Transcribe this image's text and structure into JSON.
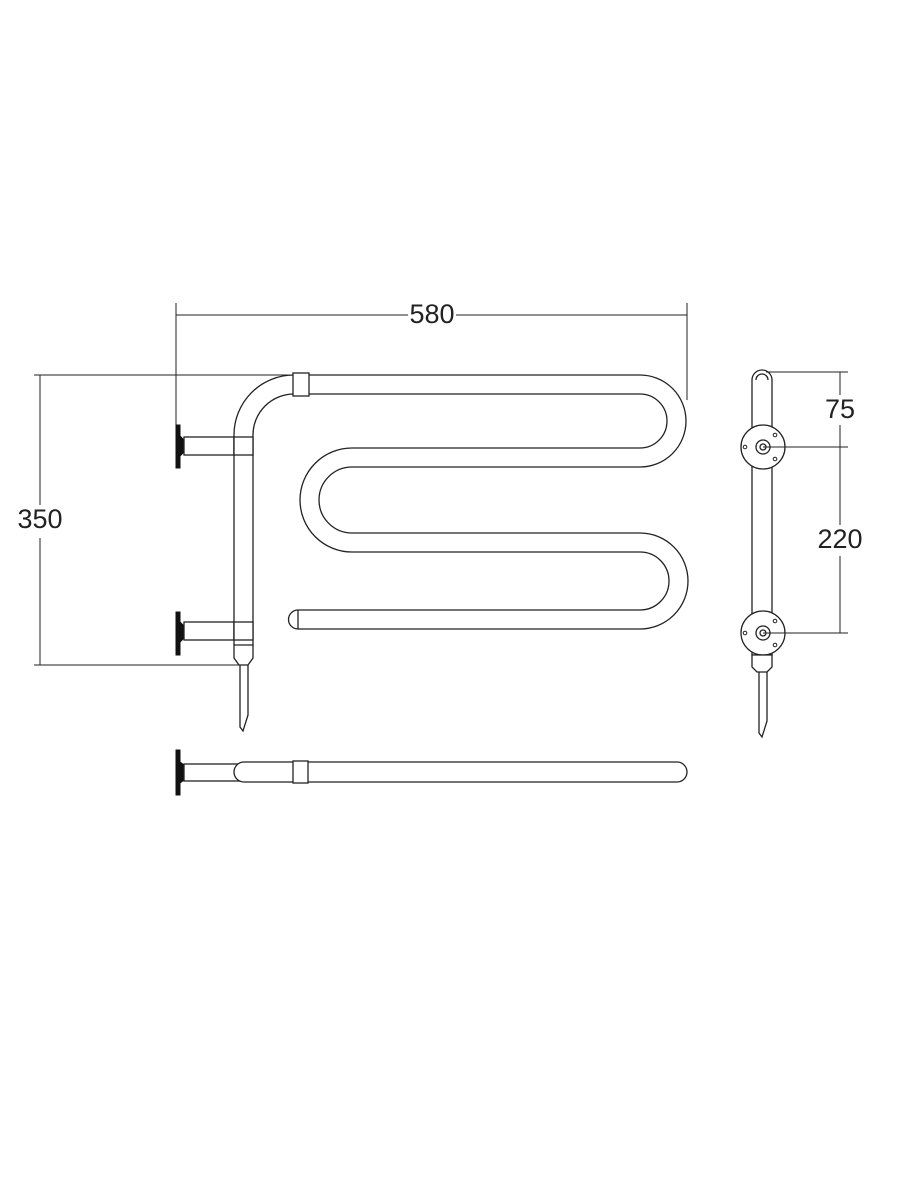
{
  "drawing": {
    "dimensions": {
      "width": "580",
      "height": "350",
      "top_to_mount": "75",
      "mount_spacing": "220"
    }
  }
}
